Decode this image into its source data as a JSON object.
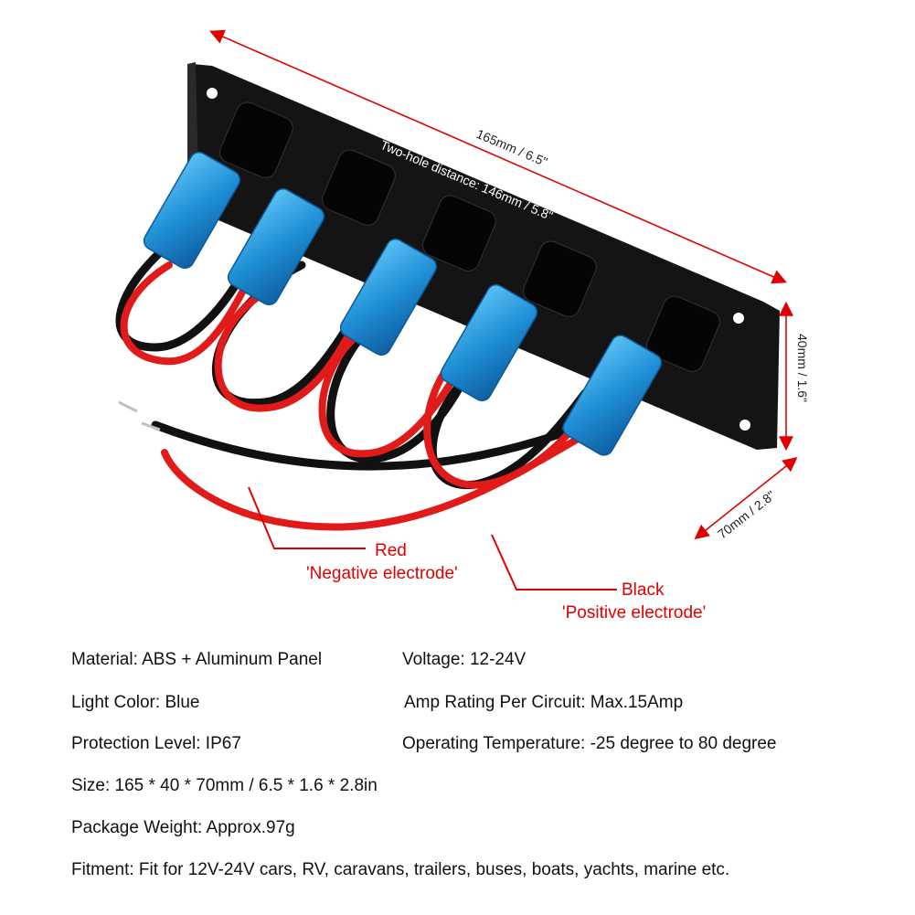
{
  "dimensions": {
    "length": "165mm / 6.5\"",
    "hole_distance": "Two-hole distance: 146mm / 5.8\"",
    "height": "40mm / 1.6\"",
    "depth": "70mm / 2.8\""
  },
  "wires": {
    "red_title": "Red",
    "red_desc": "'Negative electrode'",
    "black_title": "Black",
    "black_desc": "'Positive electrode'"
  },
  "specs": {
    "material": "Material: ABS + Aluminum Panel",
    "voltage": "Voltage: 12-24V",
    "light_color": "Light Color: Blue",
    "amp_rating": "Amp Rating Per Circuit: Max.15Amp",
    "protection": "Protection Level: IP67",
    "temperature": "Operating Temperature: -25 degree to 80 degree",
    "size": "Size: 165 * 40 * 70mm / 6.5 * 1.6 * 2.8in",
    "weight": "Package Weight: Approx.97g",
    "fitment": "Fitment: Fit for 12V-24V cars, RV, caravans, trailers, buses, boats, yachts, marine etc."
  },
  "colors": {
    "panel": "#141414",
    "switch_cover": "#1f8fd6",
    "red_wire": "#e11a1a",
    "black_wire": "#111111",
    "dimension_line": "#e10000",
    "label_red": "#e10000"
  },
  "product_icons": [
    "switch-panel-image",
    "rocker-switch-icon",
    "wire-connector-icon"
  ]
}
